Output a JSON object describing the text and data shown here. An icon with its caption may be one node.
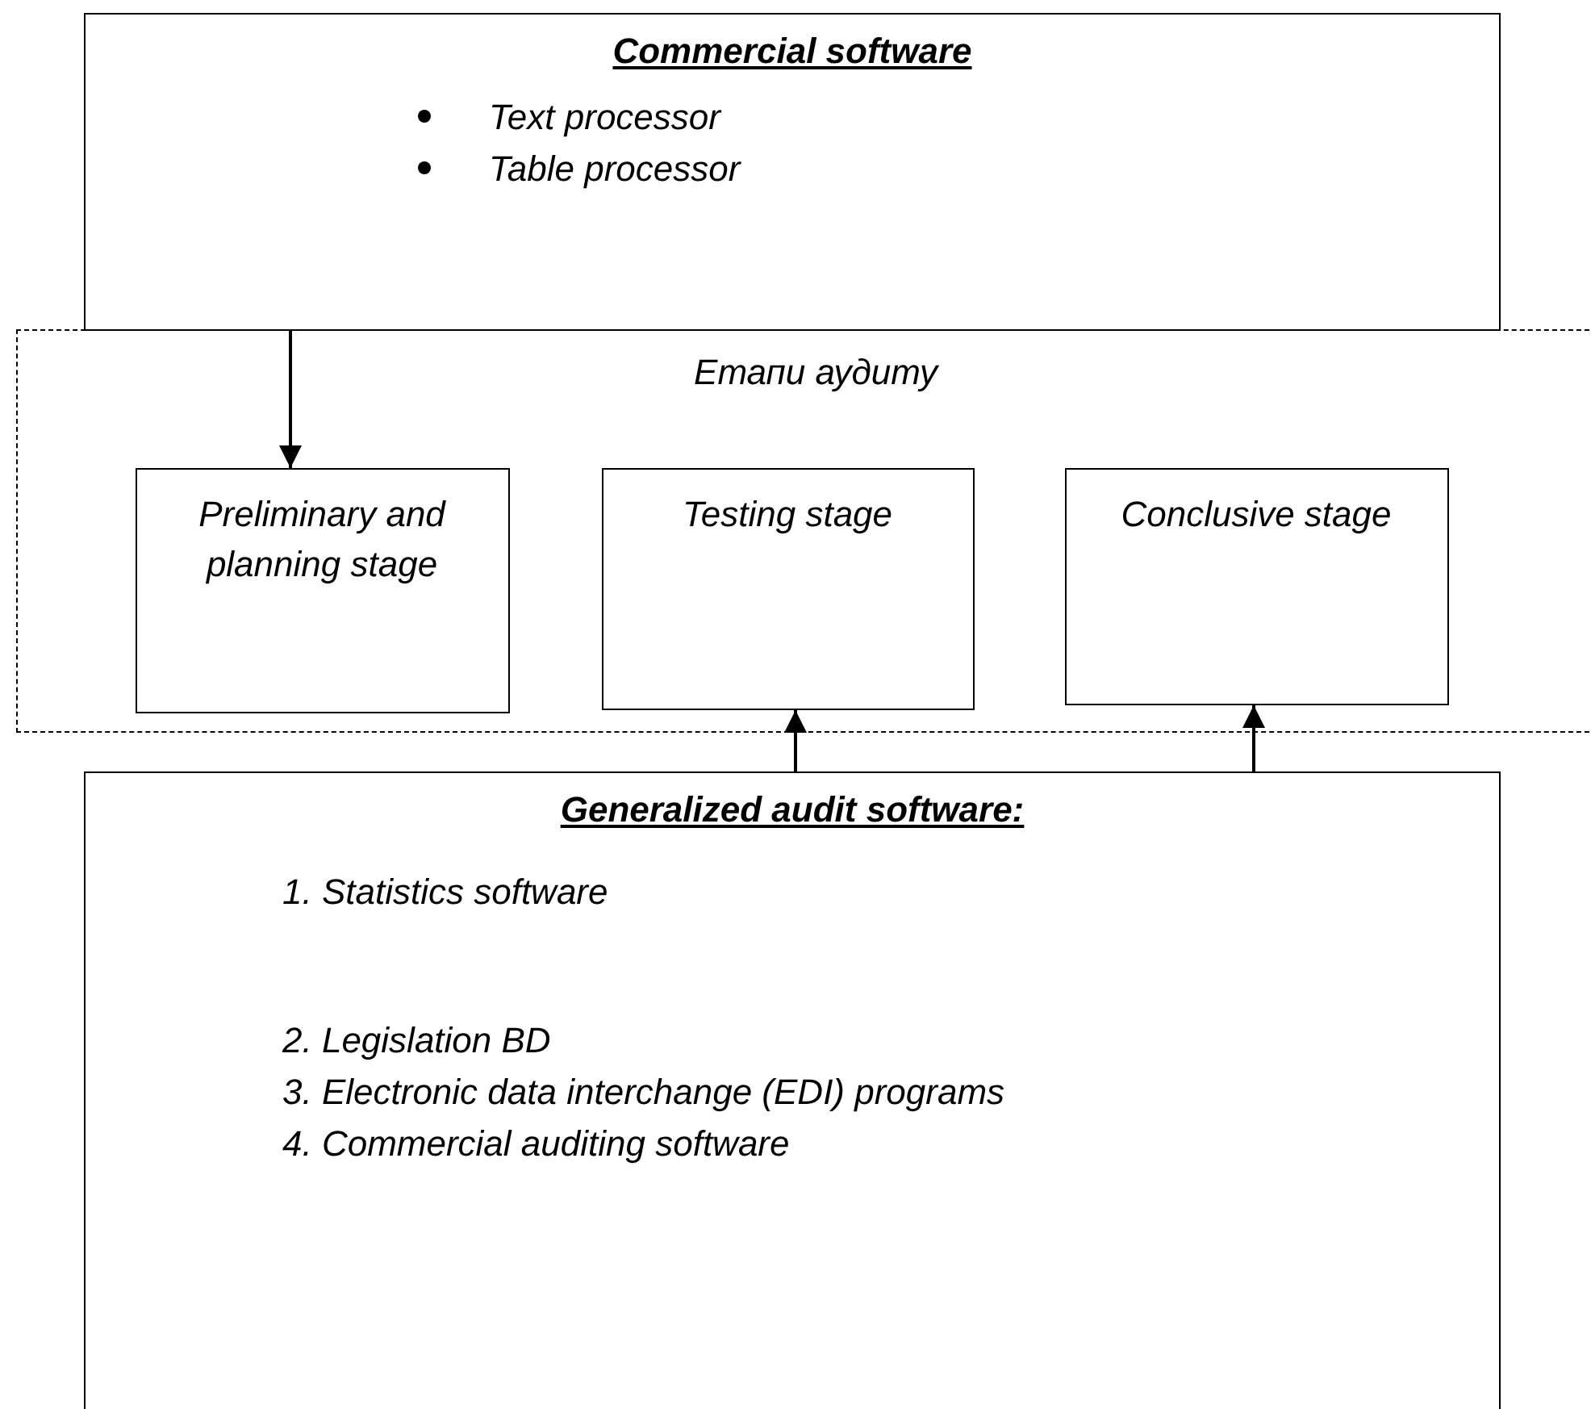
{
  "diagram": {
    "nodes": [
      {
        "text": [
          "Commercial software",
          "Text processor",
          "Table processor"
        ]
      },
      {
        "text": [
          "Етапи аудиту"
        ]
      },
      {
        "text": [
          "Preliminary and planning stage"
        ],
        "in": 1
      },
      {
        "text": [
          "Testing stage"
        ],
        "in": 1
      },
      {
        "text": [
          "Conclusive stage"
        ],
        "in": 1
      },
      {
        "text": [
          "Generalized audit software:",
          "1. Statistics software",
          "2. Legislation BD",
          "3. Electronic data interchange (EDI) programs",
          "4. Commercial auditing software"
        ]
      }
    ],
    "edges": [
      {
        "from": 0,
        "to": 2,
        "arrow": "to"
      },
      {
        "from": 5,
        "to": 3,
        "arrow": "to"
      },
      {
        "from": 5,
        "to": 4,
        "arrow": "to"
      }
    ]
  }
}
